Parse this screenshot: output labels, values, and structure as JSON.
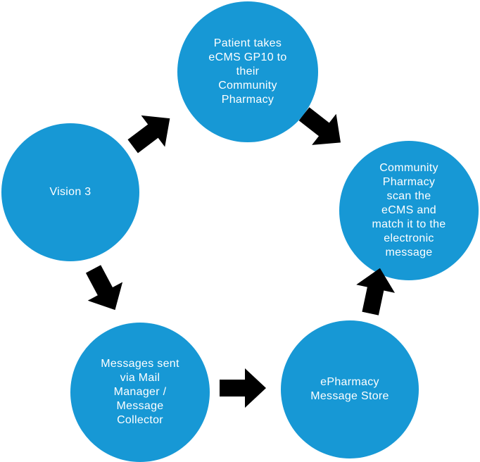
{
  "diagram": {
    "type": "process-flow",
    "background": "#FFFFFF",
    "node_fill": "#1798D5",
    "node_text_color": "#FFFFFF",
    "arrow_fill": "#000000",
    "nodes": [
      {
        "id": "patient-takes",
        "label": "Patient takes\neCMS GP10 to\ntheir\nCommunity\nPharmacy"
      },
      {
        "id": "community-pharmacy-scan",
        "label": "Community\nPharmacy\nscan the\neCMS and\nmatch it to the\nelectronic\nmessage"
      },
      {
        "id": "vision-3",
        "label": "Vision 3"
      },
      {
        "id": "messages-sent",
        "label": "Messages sent\nvia Mail\nManager /\nMessage\nCollector"
      },
      {
        "id": "epharmacy-message-store",
        "label": "ePharmacy\nMessage Store"
      }
    ],
    "arrows": [
      {
        "from": "vision-3",
        "to": "patient-takes",
        "direction": "up-right"
      },
      {
        "from": "patient-takes",
        "to": "community-pharmacy-scan",
        "direction": "down-right"
      },
      {
        "from": "vision-3",
        "to": "messages-sent",
        "direction": "down-right"
      },
      {
        "from": "messages-sent",
        "to": "epharmacy-message-store",
        "direction": "right"
      },
      {
        "from": "epharmacy-message-store",
        "to": "community-pharmacy-scan",
        "direction": "up"
      }
    ]
  }
}
